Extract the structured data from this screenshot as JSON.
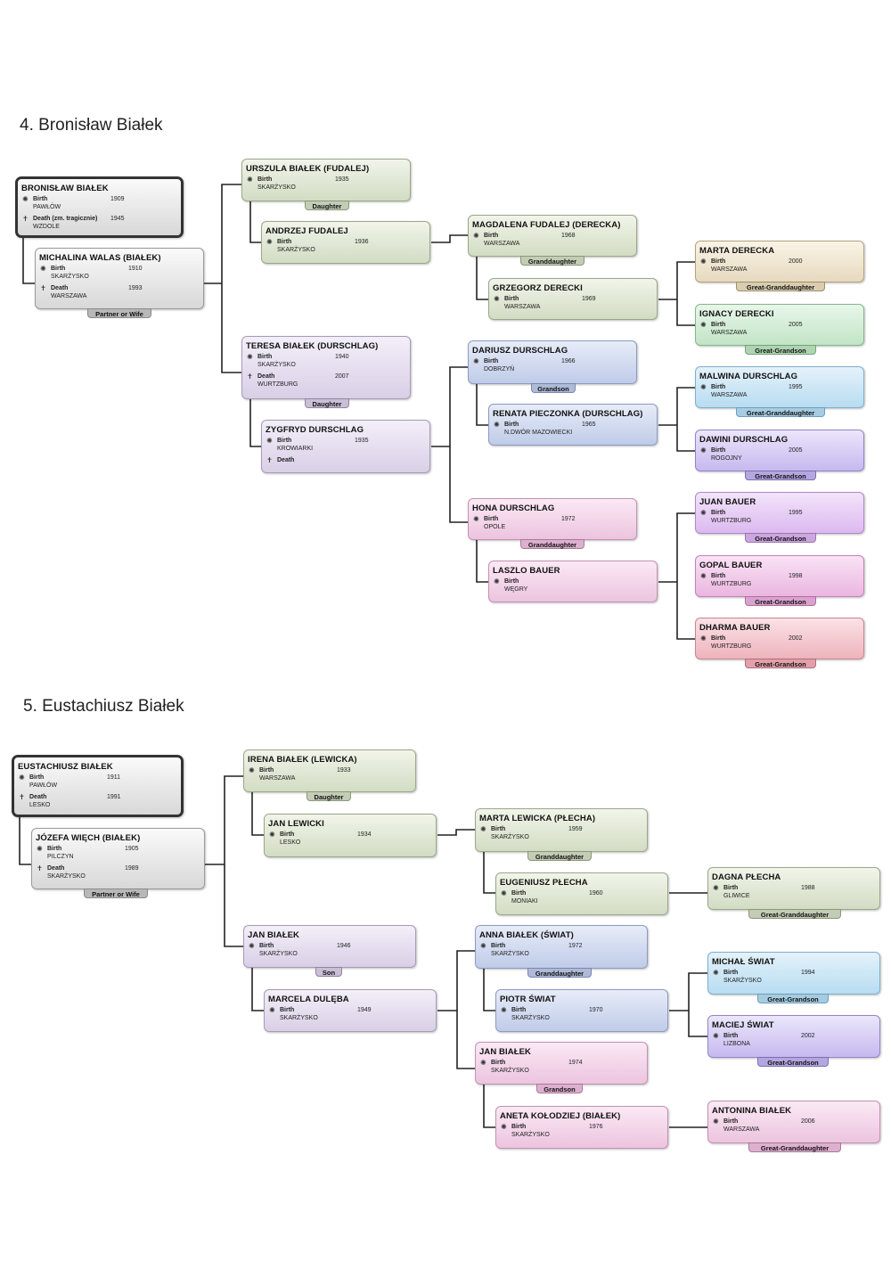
{
  "section1": {
    "heading": "4. Bronisław Białek",
    "people": {
      "bronislaw": {
        "name": "BRONISŁAW BIAŁEK",
        "birth_label": "Birth",
        "birth_place": "PAWŁÓW",
        "birth_year": "1909",
        "death_label": "Death (zm. tragicznie)",
        "death_place": "WZDOLE",
        "death_year": "1945"
      },
      "michalina": {
        "name": "MICHALINA WALAS (BIAŁEK)",
        "birth_label": "Birth",
        "birth_place": "SKARŻYSKO",
        "birth_year": "1910",
        "death_label": "Death",
        "death_place": "WARSZAWA",
        "death_year": "1993",
        "tag": "Partner or Wife"
      },
      "urszula": {
        "name": "URSZULA BIAŁEK (FUDALEJ)",
        "birth_label": "Birth",
        "birth_place": "SKARŻYSKO",
        "birth_year": "1935",
        "tag": "Daughter"
      },
      "andrzej": {
        "name": "ANDRZEJ FUDALEJ",
        "birth_label": "Birth",
        "birth_place": "SKARŻYSKO",
        "birth_year": "1936"
      },
      "magdalena": {
        "name": "MAGDALENA FUDALEJ (DERECKA)",
        "birth_label": "Birth",
        "birth_place": "WARSZAWA",
        "birth_year": "1968",
        "tag": "Granddaughter"
      },
      "grzegorz": {
        "name": "GRZEGORZ DERECKI",
        "birth_label": "Birth",
        "birth_place": "WARSZAWA",
        "birth_year": "1969"
      },
      "marta_d": {
        "name": "MARTA DERECKA",
        "birth_label": "Birth",
        "birth_place": "WARSZAWA",
        "birth_year": "2000",
        "tag": "Great-Granddaughter"
      },
      "ignacy": {
        "name": "IGNACY DERECKI",
        "birth_label": "Birth",
        "birth_place": "WARSZAWA",
        "birth_year": "2005",
        "tag": "Great-Grandson"
      },
      "teresa": {
        "name": "TERESA BIAŁEK (DURSCHLAG)",
        "birth_label": "Birth",
        "birth_place": "SKARŻYSKO",
        "birth_year": "1940",
        "death_label": "Death",
        "death_place": "WURTZBURG",
        "death_year": "2007",
        "tag": "Daughter"
      },
      "zygfryd": {
        "name": "ZYGFRYD DURSCHLAG",
        "birth_label": "Birth",
        "birth_place": "KROWIARKI",
        "birth_year": "1935",
        "death_label": "Death"
      },
      "dariusz": {
        "name": "DARIUSZ DURSCHLAG",
        "birth_label": "Birth",
        "birth_place": "DOBRZYŃ",
        "birth_year": "1966",
        "tag": "Grandson"
      },
      "renata": {
        "name": "RENATA PIECZONKA (DURSCHLAG)",
        "birth_label": "Birth",
        "birth_place": "N.DWÓR MAZOWIECKI",
        "birth_year": "1965"
      },
      "malwina": {
        "name": "MALWINA DURSCHLAG",
        "birth_label": "Birth",
        "birth_place": "WARSZAWA",
        "birth_year": "1995",
        "tag": "Great-Granddaughter"
      },
      "dawini": {
        "name": "DAWINI DURSCHLAG",
        "birth_label": "Birth",
        "birth_place": "ROGOJNY",
        "birth_year": "2005",
        "tag": "Great-Grandson"
      },
      "hona": {
        "name": "HONA DURSCHLAG",
        "birth_label": "Birth",
        "birth_place": "OPOLE",
        "birth_year": "1972",
        "tag": "Granddaughter"
      },
      "laszlo": {
        "name": "LASZLO BAUER",
        "birth_label": "Birth",
        "birth_place": "WĘGRY"
      },
      "juan": {
        "name": "JUAN BAUER",
        "birth_label": "Birth",
        "birth_place": "WURTZBURG",
        "birth_year": "1995",
        "tag": "Great-Grandson"
      },
      "gopal": {
        "name": "GOPAL BAUER",
        "birth_label": "Birth",
        "birth_place": "WURTZBURG",
        "birth_year": "1998",
        "tag": "Great-Grandson"
      },
      "dharma": {
        "name": "DHARMA BAUER",
        "birth_label": "Birth",
        "birth_place": "WURTZBURG",
        "birth_year": "2002",
        "tag": "Great-Grandson"
      }
    }
  },
  "section2": {
    "heading": "5. Eustachiusz Białek",
    "people": {
      "eustachiusz": {
        "name": "EUSTACHIUSZ BIAŁEK",
        "birth_label": "Birth",
        "birth_place": "PAWŁÓW",
        "birth_year": "1911",
        "death_label": "Death",
        "death_place": "LESKO",
        "death_year": "1991"
      },
      "jozefa": {
        "name": "JÓZEFA WIĘCH (BIAŁEK)",
        "birth_label": "Birth",
        "birth_place": "PILCZYN",
        "birth_year": "1905",
        "death_label": "Death",
        "death_place": "SKARŻYSKO",
        "death_year": "1989",
        "tag": "Partner or Wife"
      },
      "irena": {
        "name": "IRENA BIAŁEK (LEWICKA)",
        "birth_label": "Birth",
        "birth_place": "WARSZAWA",
        "birth_year": "1933",
        "tag": "Daughter"
      },
      "jan_lewicki": {
        "name": "JAN LEWICKI",
        "birth_label": "Birth",
        "birth_place": "LESKO",
        "birth_year": "1934"
      },
      "marta_l": {
        "name": "MARTA LEWICKA (PŁECHA)",
        "birth_label": "Birth",
        "birth_place": "SKARŻYSKO",
        "birth_year": "1959",
        "tag": "Granddaughter"
      },
      "eugeniusz": {
        "name": "EUGENIUSZ PŁECHA",
        "birth_label": "Birth",
        "birth_place": "MONIAKI",
        "birth_year": "1960"
      },
      "dagna": {
        "name": "DAGNA PŁECHA",
        "birth_label": "Birth",
        "birth_place": "GLIWICE",
        "birth_year": "1988",
        "tag": "Great-Granddaughter"
      },
      "jan_b1": {
        "name": "JAN BIAŁEK",
        "birth_label": "Birth",
        "birth_place": "SKARŻYSKO",
        "birth_year": "1946",
        "tag": "Son"
      },
      "marcela": {
        "name": "MARCELA DULĘBA",
        "birth_label": "Birth",
        "birth_place": "SKARŻYSKO",
        "birth_year": "1949"
      },
      "anna": {
        "name": "ANNA BIAŁEK (ŚWIAT)",
        "birth_label": "Birth",
        "birth_place": "SKARŻYSKO",
        "birth_year": "1972",
        "tag": "Granddaughter"
      },
      "piotr": {
        "name": "PIOTR ŚWIAT",
        "birth_label": "Birth",
        "birth_place": "SKARŻYSKO",
        "birth_year": "1970"
      },
      "michal": {
        "name": "MICHAŁ ŚWIAT",
        "birth_label": "Birth",
        "birth_place": "SKARŻYSKO",
        "birth_year": "1994",
        "tag": "Great-Grandson"
      },
      "maciej": {
        "name": "MACIEJ ŚWIAT",
        "birth_label": "Birth",
        "birth_place": "LIZBONA",
        "birth_year": "2002",
        "tag": "Great-Grandson"
      },
      "jan_b2": {
        "name": "JAN BIAŁEK",
        "birth_label": "Birth",
        "birth_place": "SKARŻYSKO",
        "birth_year": "1974",
        "tag": "Grandson"
      },
      "aneta": {
        "name": "ANETA KOŁODZIEJ (BIAŁEK)",
        "birth_label": "Birth",
        "birth_place": "SKARŻYSKO",
        "birth_year": "1976"
      },
      "antonina": {
        "name": "ANTONINA BIAŁEK",
        "birth_label": "Birth",
        "birth_place": "WARSZAWA",
        "birth_year": "2006",
        "tag": "Great-Granddaughter"
      }
    }
  },
  "icons": {
    "birth": "sun-icon",
    "death": "cross-icon"
  }
}
